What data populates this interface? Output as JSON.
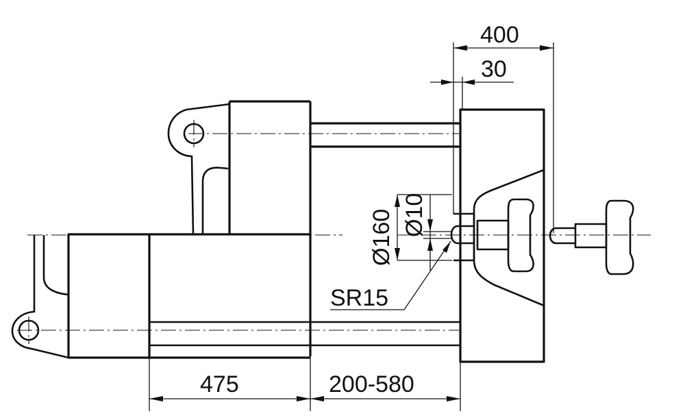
{
  "dimensions": {
    "stroke_400": "400",
    "stroke_30": "30",
    "nozzle_dia": "Ø160",
    "hole_dia": "Ø10",
    "sphere_radius": "SR15",
    "dim_475": "475",
    "dim_range": "200-580"
  }
}
